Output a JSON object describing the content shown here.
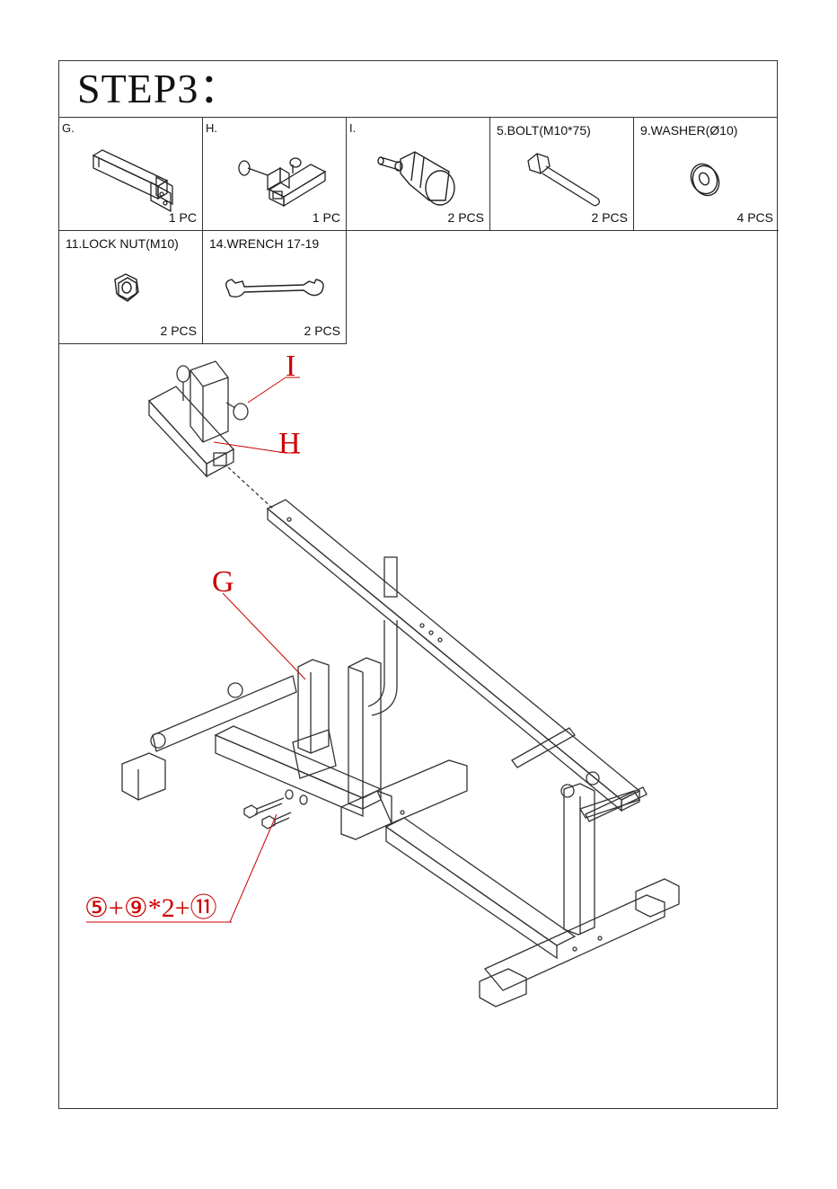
{
  "title": "STEP3：",
  "parts": [
    {
      "label": "G.",
      "qty": "1 PC",
      "icon": "post-bracket-icon"
    },
    {
      "label": "H.",
      "qty": "1 PC",
      "icon": "t-connector-icon"
    },
    {
      "label": "I.",
      "qty": "2 PCS",
      "icon": "knob-pin-icon"
    },
    {
      "label": "5.BOLT(M10*75)",
      "qty": "2 PCS",
      "icon": "bolt-icon"
    },
    {
      "label": "9.WASHER(Ø10)",
      "qty": "4 PCS",
      "icon": "washer-icon"
    },
    {
      "label": "11.LOCK NUT(M10)",
      "qty": "2 PCS",
      "icon": "lock-nut-icon"
    },
    {
      "label": "14.WRENCH 17-19",
      "qty": "2 PCS",
      "icon": "wrench-icon"
    }
  ],
  "callouts": {
    "i": "I",
    "h": "H",
    "g": "G",
    "hardware": "⑤+⑨*2+⑪"
  },
  "colors": {
    "callout": "#cc0000",
    "line": "#333333"
  }
}
